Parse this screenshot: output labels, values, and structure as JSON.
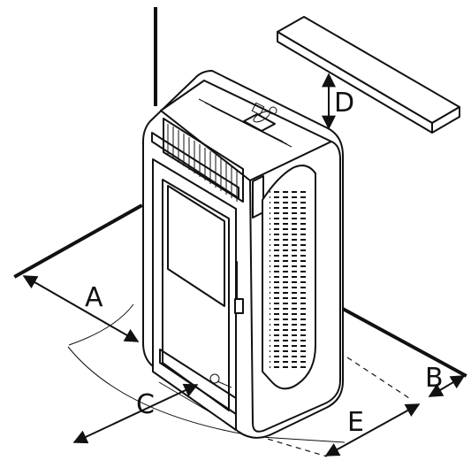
{
  "labels": {
    "a": "A",
    "b": "B",
    "c": "C",
    "d": "D",
    "e": "E"
  },
  "colors": {
    "line": "#111111",
    "background": "#ffffff"
  }
}
